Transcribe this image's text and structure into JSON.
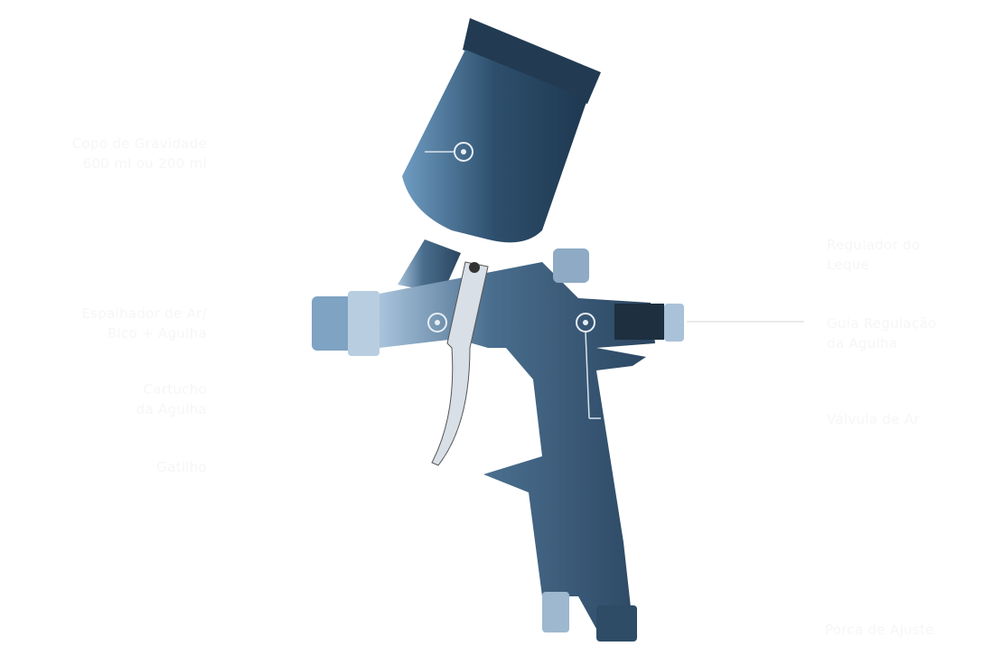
{
  "labels": {
    "cup": [
      "Copo de Gravidade",
      "600 ml ou 200 ml"
    ],
    "spreader": [
      "Espalhador de Ar/",
      "Bico + Agulha"
    ],
    "cartridge": [
      "Cartucho",
      "da Agulha"
    ],
    "trigger": [
      "Gatilho"
    ],
    "fan_regulator": [
      "Regulador do",
      "Leque"
    ],
    "needle_guide": [
      "Guia Regulação",
      "da Agulha"
    ],
    "air_valve": [
      "Válvula de Ar"
    ],
    "adjust_nut": [
      "Porca de Ajuste"
    ]
  },
  "colors": {
    "body": "#2e4e6a",
    "highlight": "#8fb3d1",
    "label": "#f6f6f6"
  }
}
